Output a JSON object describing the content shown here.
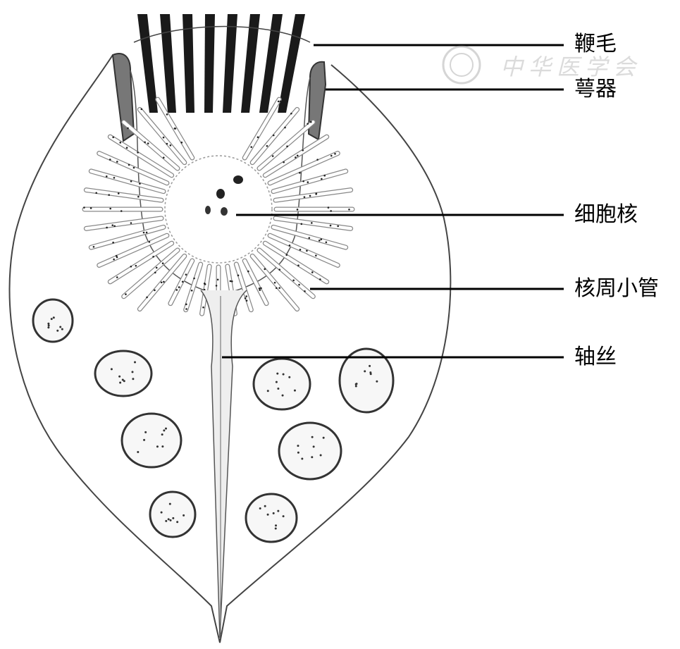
{
  "labels": {
    "flagellum": "鞭毛",
    "calyx": "萼器",
    "nucleus": "细胞核",
    "perinuclear_tubules": "核周小管",
    "axostyle": "轴丝"
  },
  "watermark": {
    "text": "中华医学会"
  }
}
